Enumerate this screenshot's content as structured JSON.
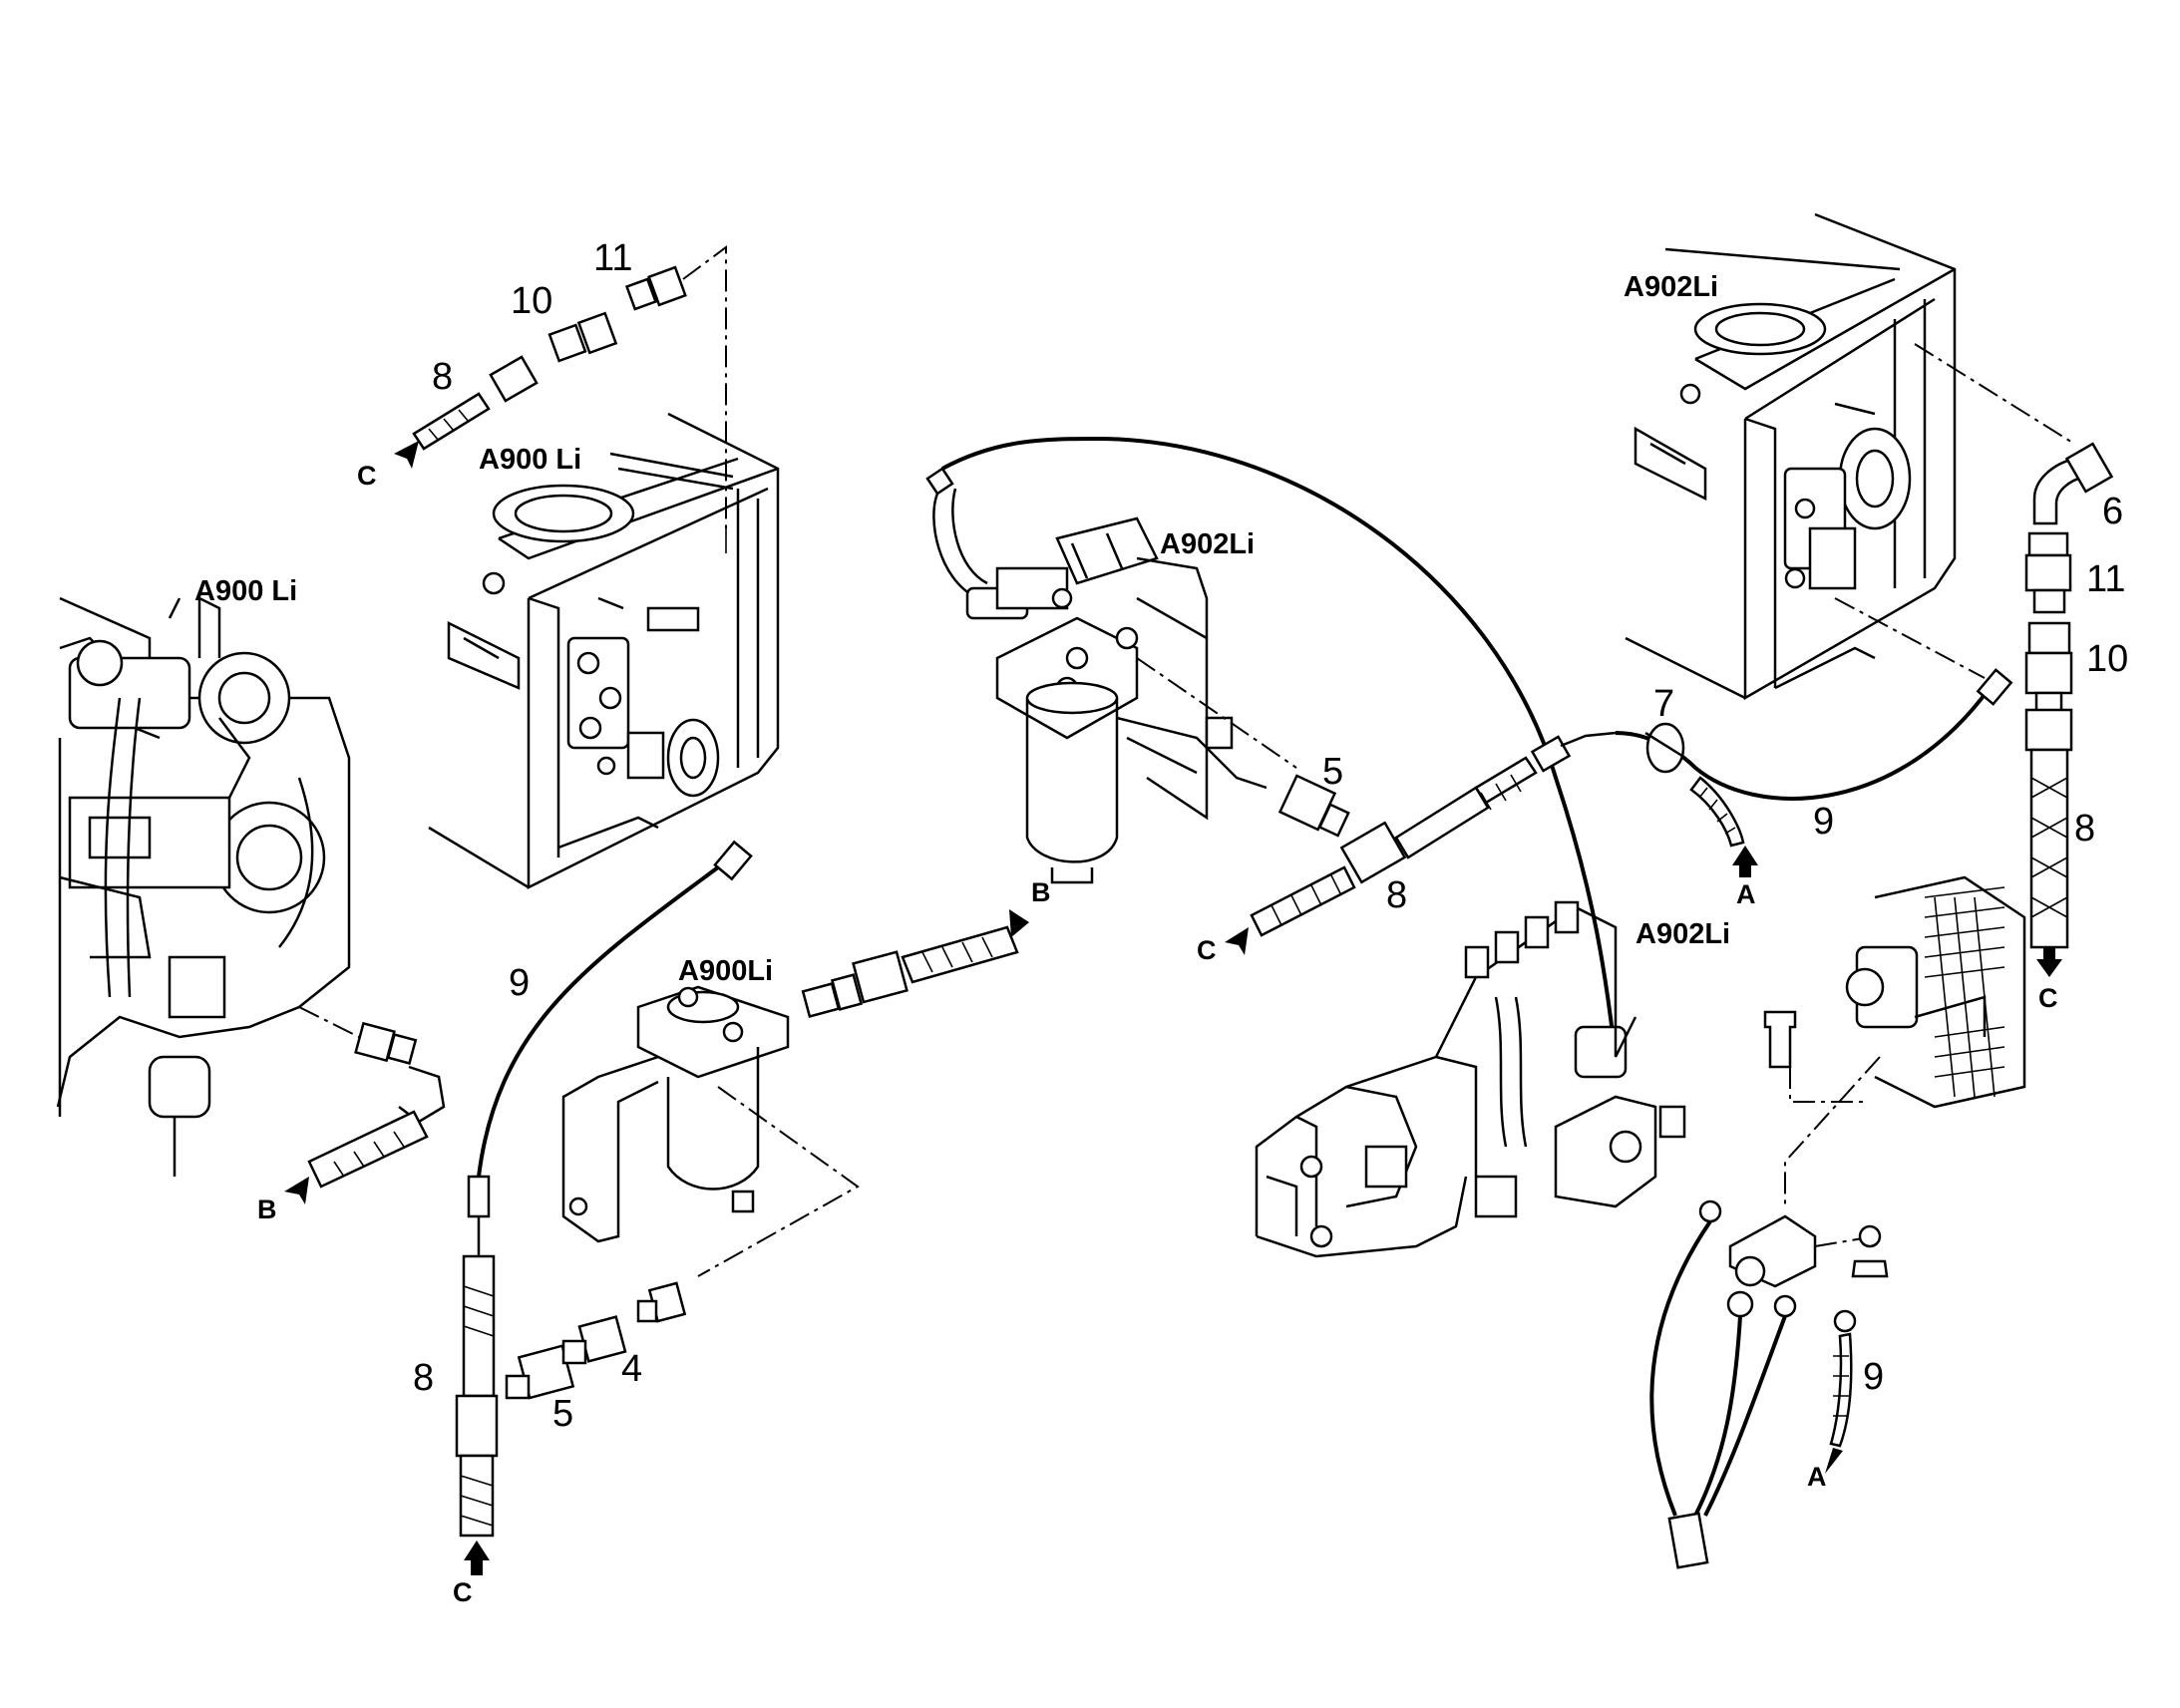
{
  "callouts": {
    "c11_a": "11",
    "c10_a": "10",
    "c8_a": "8",
    "c9_a": "9",
    "c8_b": "8",
    "c5_a": "5",
    "c4_a": "4",
    "c5_b": "5",
    "c8_c": "8",
    "c7_a": "7",
    "c9_b": "9",
    "c6_a": "6",
    "c11_b": "11",
    "c10_b": "10",
    "c8_d": "8",
    "c9_c": "9"
  },
  "models": {
    "m_tank_left": "A900 Li",
    "m_engine_left": "A900 Li",
    "m_filter_small": "A900Li",
    "m_filter_large": "A902Li",
    "m_tank_right": "A902Li",
    "m_pump": "A902Li"
  },
  "connectors": {
    "c_top_left": "C",
    "b_left": "B",
    "c_bottom": "C",
    "b_center": "B",
    "c_center": "C",
    "a_center": "A",
    "c_right": "C",
    "a_bottom_right": "A"
  }
}
